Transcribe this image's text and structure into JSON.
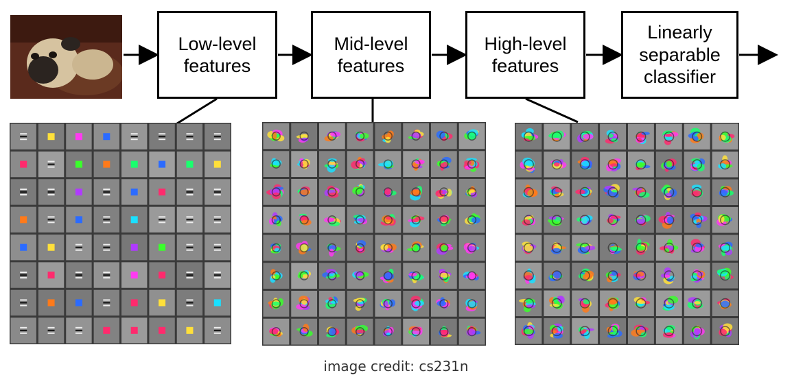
{
  "diagram": {
    "stages": [
      {
        "label": "Low-level\nfeatures"
      },
      {
        "label": "Mid-level\nfeatures"
      },
      {
        "label": "High-level\nfeatures"
      },
      {
        "label": "Linearly\nseparable\nclassifier"
      }
    ],
    "input_image": "pug-dog-photo",
    "feature_grids": [
      {
        "name": "low-level-filters",
        "rows": 8,
        "cols": 8
      },
      {
        "name": "mid-level-filters",
        "rows": 8,
        "cols": 8
      },
      {
        "name": "high-level-filters",
        "rows": 8,
        "cols": 8
      }
    ],
    "colors": {
      "box_border": "#000000",
      "arrow": "#000000",
      "grid_bg": "#3a3a3a",
      "cell_gray": "#8c8c8c"
    }
  },
  "footer": {
    "credit": "image credit: cs231n"
  }
}
